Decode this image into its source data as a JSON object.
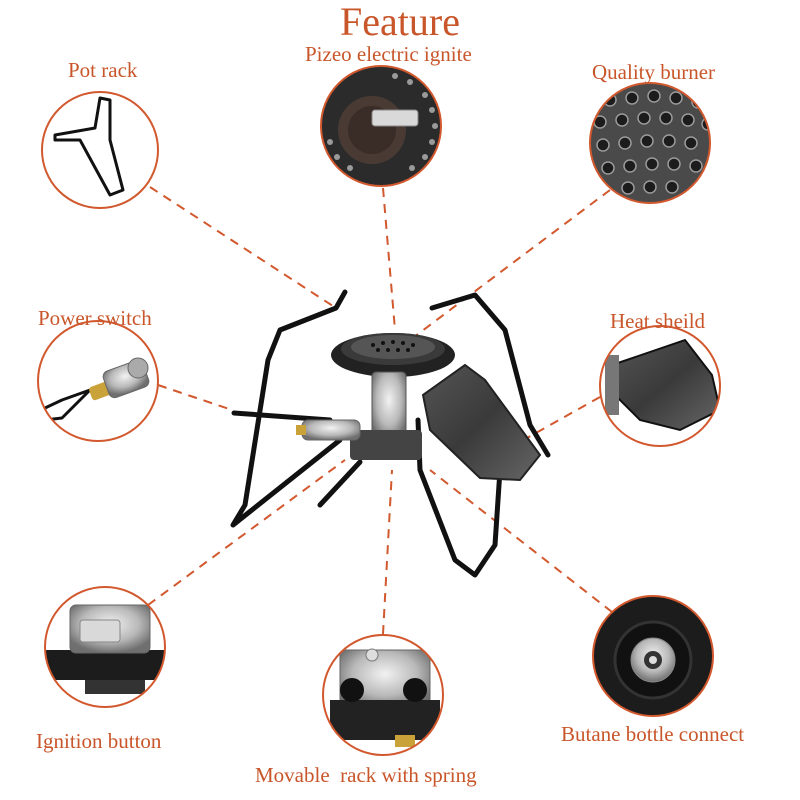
{
  "title": "Feature",
  "labels": {
    "pot_rack": "Pot rack",
    "piezo": "Pizeo electric ignite",
    "burner": "Quality burner",
    "power_switch": "Power switch",
    "heat_shield": "Heat sheild",
    "ignition_button": "Ignition button",
    "butane": "Butane bottle connect",
    "movable_rack": "Movable  rack with spring"
  },
  "colors": {
    "accent": "#c8562a",
    "circle": "#d2582e",
    "dash": "#d2582e"
  }
}
